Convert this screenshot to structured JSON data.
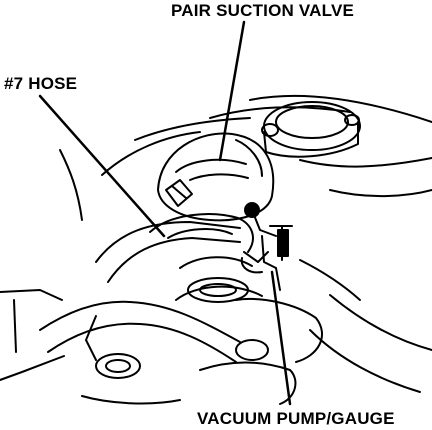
{
  "labels": {
    "pair_suction_valve": "PAIR SUCTION VALVE",
    "hose_7": "#7 HOSE",
    "vacuum_pump_gauge": "VACUUM PUMP/GAUGE"
  },
  "colors": {
    "ink": "#000000",
    "paper": "#ffffff"
  }
}
